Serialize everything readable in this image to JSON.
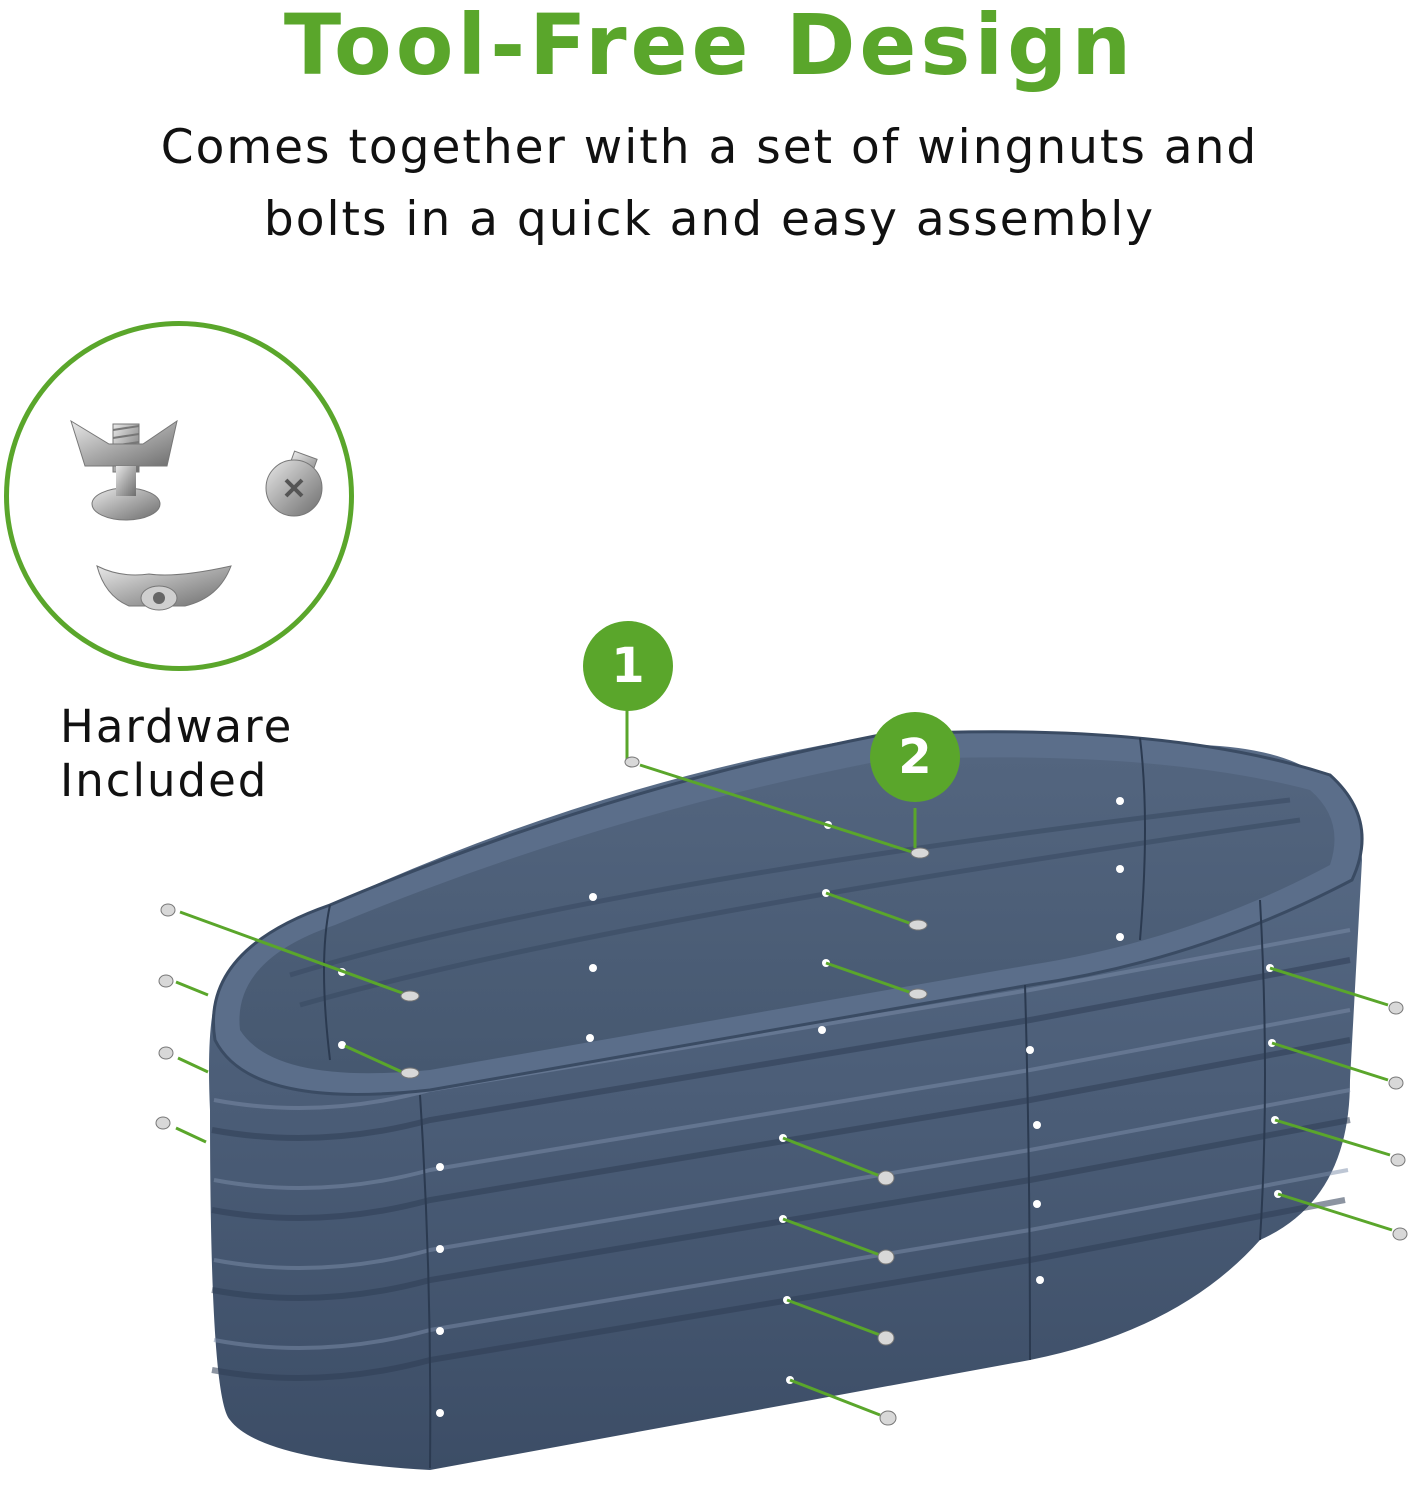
{
  "header": {
    "title": "Tool-Free Design",
    "subtitle_line1": "Comes together with a set of wingnuts and",
    "subtitle_line2": "bolts in a quick and easy assembly"
  },
  "hardware": {
    "label_line1": "Hardware",
    "label_line2": "Included",
    "items": [
      "wingnut-with-bolt-icon",
      "bolt-icon",
      "wingnut-icon"
    ]
  },
  "steps": [
    {
      "label": "1"
    },
    {
      "label": "2"
    }
  ],
  "colors": {
    "accent_green": "#5aa62b",
    "bed_blue": "#4a5d78",
    "text_dark": "#111111"
  }
}
